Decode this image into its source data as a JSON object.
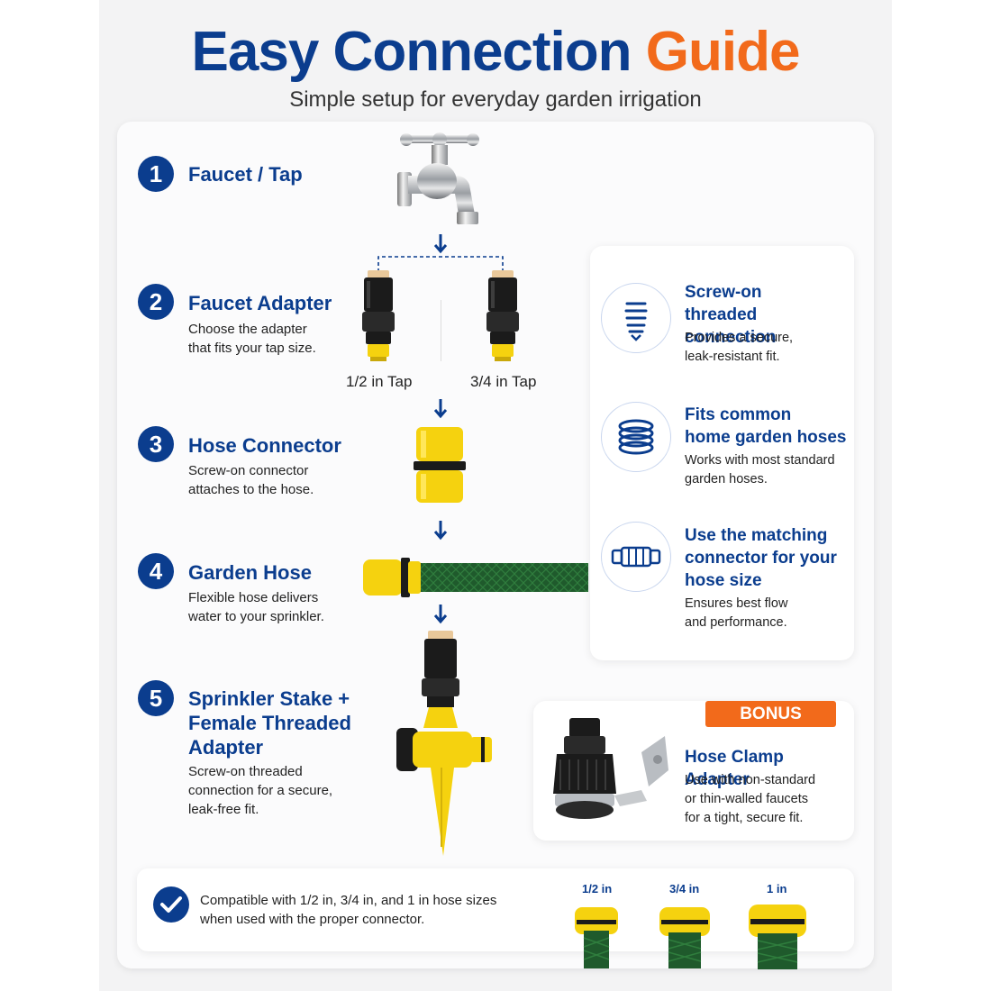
{
  "header": {
    "title_part1": "Easy Connection",
    "title_part2": "Guide",
    "subtitle": "Simple setup for everyday garden irrigation"
  },
  "steps": [
    {
      "num": "1",
      "title": "Faucet / Tap",
      "desc": ""
    },
    {
      "num": "2",
      "title": "Faucet Adapter",
      "desc_line1": "Choose the adapter",
      "desc_line2": "that fits your tap size."
    },
    {
      "num": "3",
      "title": "Hose Connector",
      "desc_line1": "Screw-on connector",
      "desc_line2": "attaches to the hose."
    },
    {
      "num": "4",
      "title": "Garden Hose",
      "desc_line1": "Flexible hose delivers",
      "desc_line2": "water to your sprinkler."
    },
    {
      "num": "5",
      "title_line1": "Sprinkler Stake +",
      "title_line2": "Female Threaded",
      "title_line3": "Adapter",
      "desc_line1": "Screw-on threaded",
      "desc_line2": "connection for a secure,",
      "desc_line3": "leak-free fit."
    }
  ],
  "adapters": {
    "left_label": "1/2 in Tap",
    "right_label": "3/4 in Tap"
  },
  "features": [
    {
      "icon": "thread-icon",
      "title_line1": "Screw-on",
      "title_line2": "threaded connection",
      "desc_line1": "Provides a secure,",
      "desc_line2": "leak-resistant fit."
    },
    {
      "icon": "hose-coil-icon",
      "title_line1": "Fits common",
      "title_line2": "home garden hoses",
      "desc_line1": "Works with most standard",
      "desc_line2": "garden hoses."
    },
    {
      "icon": "connector-icon",
      "title_line1": "Use the matching",
      "title_line2": "connector for your",
      "title_line3": "hose size",
      "desc_line1": "Ensures best flow",
      "desc_line2": "and performance."
    }
  ],
  "bonus": {
    "badge": "BONUS",
    "title": "Hose Clamp Adapter",
    "desc_line1": "Use with non-standard",
    "desc_line2": "or thin-walled faucets",
    "desc_line3": "for a tight, secure fit."
  },
  "compat": {
    "line1": "Compatible with 1/2 in, 3/4 in, and 1 in hose sizes",
    "line2": "when used with the proper connector.",
    "sizes": [
      "1/2 in",
      "3/4 in",
      "1 in"
    ]
  },
  "colors": {
    "brand_blue": "#0b3d8e",
    "accent_orange": "#f26a1b",
    "connector_yellow": "#f5d20f",
    "hose_green": "#1f5a2c"
  }
}
